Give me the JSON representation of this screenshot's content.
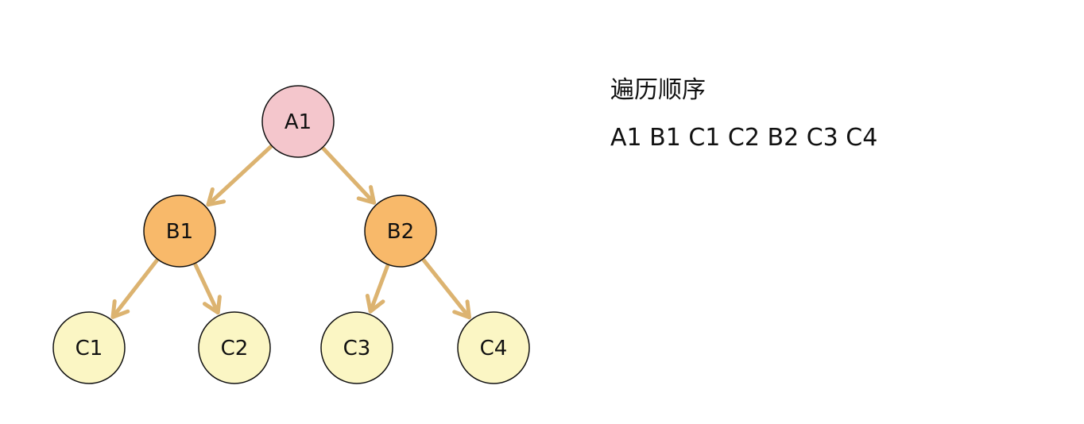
{
  "traversal": {
    "title": "遍历顺序",
    "sequence": "A1 B1 C1 C2 B2 C3 C4"
  },
  "colors": {
    "root_fill": "#f4c6cc",
    "level2_fill": "#f8b96a",
    "leaf_fill": "#fbf6c4",
    "edge": "#dcb370",
    "stroke": "#111111"
  },
  "tree": {
    "nodes": [
      {
        "id": "A1",
        "label": "A1",
        "level": "root"
      },
      {
        "id": "B1",
        "label": "B1",
        "level": "level2"
      },
      {
        "id": "B2",
        "label": "B2",
        "level": "level2"
      },
      {
        "id": "C1",
        "label": "C1",
        "level": "leaf"
      },
      {
        "id": "C2",
        "label": "C2",
        "level": "leaf"
      },
      {
        "id": "C3",
        "label": "C3",
        "level": "leaf"
      },
      {
        "id": "C4",
        "label": "C4",
        "level": "leaf"
      }
    ],
    "edges": [
      {
        "from": "A1",
        "to": "B1"
      },
      {
        "from": "A1",
        "to": "B2"
      },
      {
        "from": "B1",
        "to": "C1"
      },
      {
        "from": "B1",
        "to": "C2"
      },
      {
        "from": "B2",
        "to": "C3"
      },
      {
        "from": "B2",
        "to": "C4"
      }
    ]
  }
}
